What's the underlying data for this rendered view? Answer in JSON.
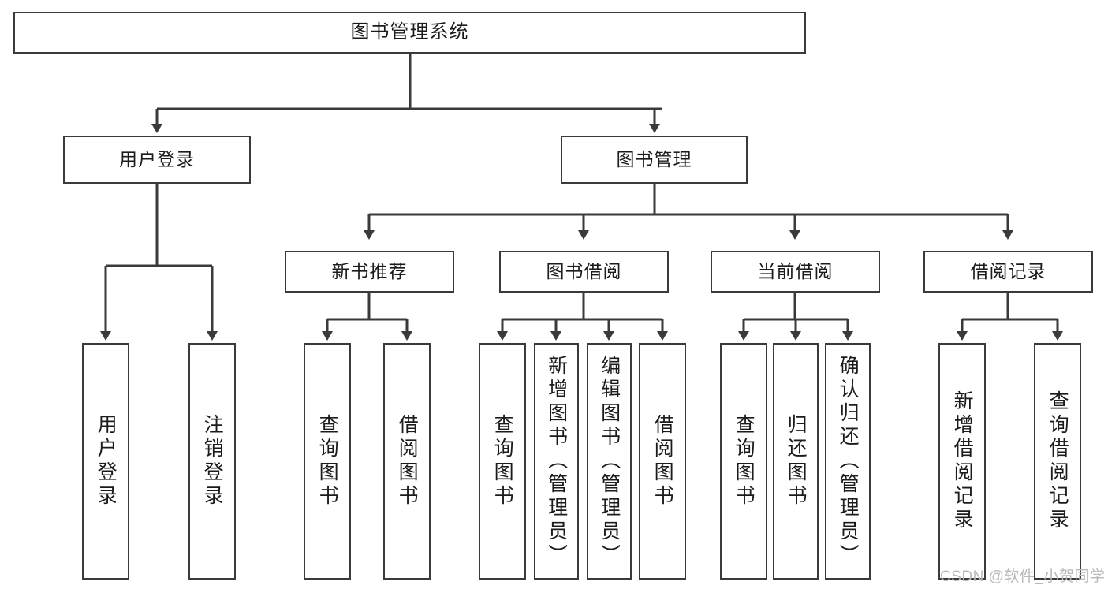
{
  "diagram": {
    "type": "hierarchy-tree",
    "title_node": {
      "label": "图书管理系统",
      "level": 1
    },
    "level2": [
      {
        "id": "user-login",
        "label": "用户登录"
      },
      {
        "id": "book-manage",
        "label": "图书管理"
      }
    ],
    "level3": [
      {
        "id": "new-book-recommend",
        "label": "新书推荐",
        "parent": "book-manage"
      },
      {
        "id": "book-borrow",
        "label": "图书借阅",
        "parent": "book-manage"
      },
      {
        "id": "current-borrow",
        "label": "当前借阅",
        "parent": "book-manage"
      },
      {
        "id": "borrow-record",
        "label": "借阅记录",
        "parent": "book-manage"
      }
    ],
    "leaves": [
      {
        "id": "leaf-user-login",
        "label": "用户登录",
        "parent": "user-login"
      },
      {
        "id": "leaf-logout",
        "label": "注销登录",
        "parent": "user-login"
      },
      {
        "id": "leaf-query-book-1",
        "label": "查询图书",
        "parent": "new-book-recommend"
      },
      {
        "id": "leaf-borrow-book-1",
        "label": "借阅图书",
        "parent": "new-book-recommend"
      },
      {
        "id": "leaf-query-book-2",
        "label": "查询图书",
        "parent": "book-borrow"
      },
      {
        "id": "leaf-add-book",
        "label": "新增图书（管理员）",
        "parent": "book-borrow"
      },
      {
        "id": "leaf-edit-book",
        "label": "编辑图书（管理员）",
        "parent": "book-borrow"
      },
      {
        "id": "leaf-borrow-book-2",
        "label": "借阅图书",
        "parent": "book-borrow"
      },
      {
        "id": "leaf-query-book-3",
        "label": "查询图书",
        "parent": "current-borrow"
      },
      {
        "id": "leaf-return-book",
        "label": "归还图书",
        "parent": "current-borrow"
      },
      {
        "id": "leaf-confirm-return",
        "label": "确认归还（管理员）",
        "parent": "current-borrow"
      },
      {
        "id": "leaf-add-record",
        "label": "新增借阅记录",
        "parent": "borrow-record"
      },
      {
        "id": "leaf-query-record",
        "label": "查询借阅记录",
        "parent": "borrow-record"
      }
    ],
    "colors": {
      "border": "#3a3a3a",
      "text": "#1b1b1b",
      "background": "#ffffff",
      "watermark": "#b9b9b9"
    }
  },
  "watermark": {
    "text": "CSDN @软件_小贺同学"
  }
}
